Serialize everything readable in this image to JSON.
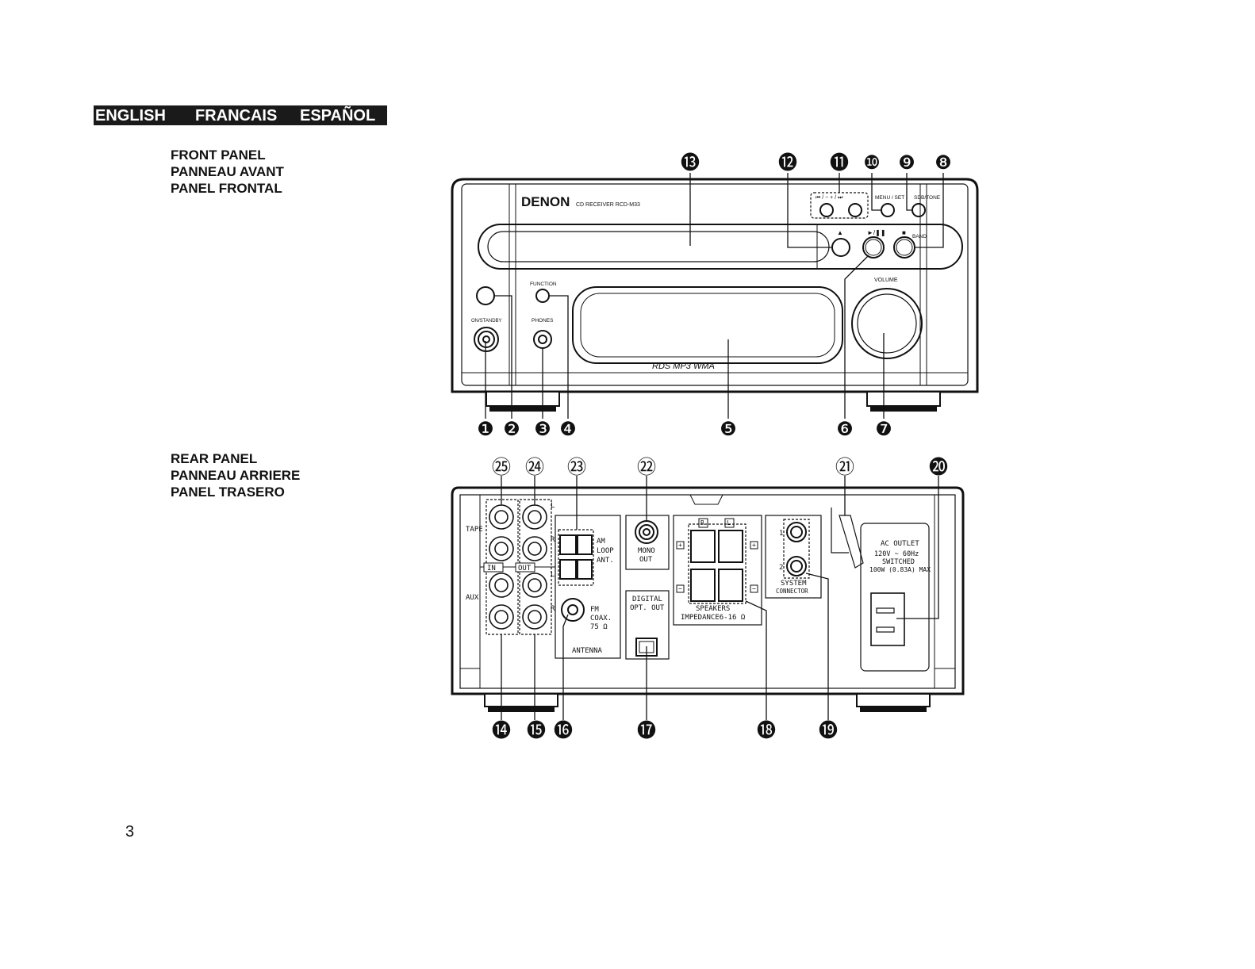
{
  "languages": [
    "ENGLISH",
    "FRANCAIS",
    "ESPAÑOL"
  ],
  "front_panel": {
    "titles": [
      "FRONT PANEL",
      "PANNEAU AVANT",
      "PANEL FRONTAL"
    ],
    "brand": "DENON",
    "model": "CD RECEIVER RCD-M33",
    "labels": {
      "skip": "⏮ / −    + / ⏭",
      "menu_set": "MENU / SET",
      "sdb_tone": "SDB/TONE",
      "eject": "▲",
      "play_pause": "►/❚❚",
      "stop": "■",
      "band": "BAND",
      "function": "FUNCTION",
      "phones": "PHONES",
      "on_standby": "ON/STANDBY",
      "volume": "VOLUME",
      "logos": "RDS   MP3   WMA"
    },
    "callouts": [
      "❶",
      "❷",
      "❸",
      "❹",
      "❺",
      "❻",
      "❼",
      "❽",
      "❾",
      "❿",
      "⓫",
      "⓬",
      "⓭"
    ]
  },
  "rear_panel": {
    "titles": [
      "REAR PANEL",
      "PANNEAU ARRIERE",
      "PANEL TRASERO"
    ],
    "labels": {
      "tape": "TAPE",
      "aux": "AUX",
      "in": "IN",
      "out": "OUT",
      "l": "L",
      "r": "R",
      "am": "AM",
      "loop": "LOOP",
      "ant": "ANT.",
      "fm": "FM",
      "coax": "COAX.",
      "ohm75": "75 Ω",
      "antenna": "ANTENNA",
      "mono": "MONO",
      "out2": "OUT",
      "digital": "DIGITAL",
      "opt_out": "OPT.  OUT",
      "speakers": "SPEAKERS",
      "impedance": "IMPEDANCE6-16 Ω",
      "plus": "+",
      "minus": "−",
      "sys1": "1",
      "sys2": "2",
      "system": "SYSTEM",
      "connector": "CONNECTOR",
      "ac_outlet": "AC OUTLET",
      "ac_volt": "120V ~  60Hz",
      "switched": "SWITCHED",
      "ac_max": "100W (0.83A) MAX"
    },
    "callouts": [
      "⓮",
      "⓯",
      "⓰",
      "⓱",
      "⓲",
      "⓳",
      "⓴",
      "㉑",
      "㉒",
      "㉓",
      "㉔",
      "㉕"
    ]
  },
  "page_number": "3"
}
